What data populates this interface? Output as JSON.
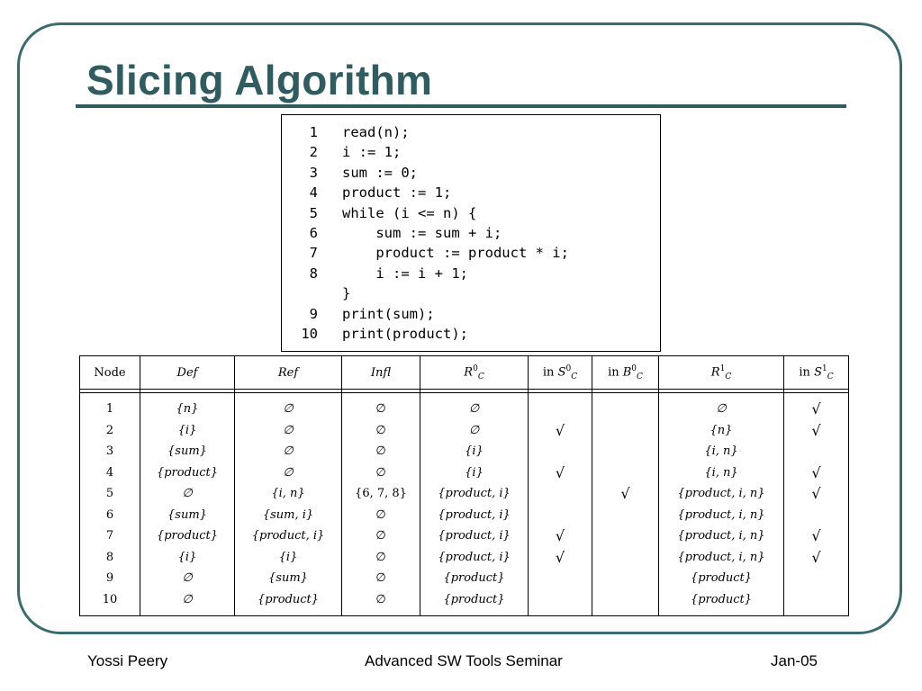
{
  "title": "Slicing Algorithm",
  "code": [
    {
      "num": "1",
      "text": "read(n);"
    },
    {
      "num": "2",
      "text": "i := 1;"
    },
    {
      "num": "3",
      "text": "sum := 0;"
    },
    {
      "num": "4",
      "text": "product := 1;"
    },
    {
      "num": "5",
      "text": "while (i <= n) {"
    },
    {
      "num": "6",
      "text": "    sum := sum + i;"
    },
    {
      "num": "7",
      "text": "    product := product * i;"
    },
    {
      "num": "8",
      "text": "    i := i + 1;"
    },
    {
      "num": "",
      "text": "}"
    },
    {
      "num": "9",
      "text": "print(sum);"
    },
    {
      "num": "10",
      "text": "print(product);"
    }
  ],
  "table": {
    "headers": {
      "node": "Node",
      "def": "Def",
      "ref": "Ref",
      "infl": "Infl",
      "r0_base": "R",
      "r0_sup": "0",
      "r0_sub": "C",
      "s0_prefix": "in",
      "s0_base": "S",
      "s0_sup": "0",
      "s0_sub": "C",
      "b0_prefix": "in",
      "b0_base": "B",
      "b0_sup": "0",
      "b0_sub": "C",
      "r1_base": "R",
      "r1_sup": "1",
      "r1_sub": "C",
      "s1_prefix": "in",
      "s1_base": "S",
      "s1_sup": "1",
      "s1_sub": "C"
    },
    "rows": [
      {
        "node": "1",
        "def": "{n}",
        "ref": "∅",
        "infl": "∅",
        "r0": "∅",
        "s0": "",
        "b0": "",
        "r1": "∅",
        "s1": "√"
      },
      {
        "node": "2",
        "def": "{i}",
        "ref": "∅",
        "infl": "∅",
        "r0": "∅",
        "s0": "√",
        "b0": "",
        "r1": "{n}",
        "s1": "√"
      },
      {
        "node": "3",
        "def": "{sum}",
        "ref": "∅",
        "infl": "∅",
        "r0": "{i}",
        "s0": "",
        "b0": "",
        "r1": "{i, n}",
        "s1": ""
      },
      {
        "node": "4",
        "def": "{product}",
        "ref": "∅",
        "infl": "∅",
        "r0": "{i}",
        "s0": "√",
        "b0": "",
        "r1": "{i, n}",
        "s1": "√"
      },
      {
        "node": "5",
        "def": "∅",
        "ref": "{i, n}",
        "infl": "{6, 7, 8}",
        "r0": "{product, i}",
        "s0": "",
        "b0": "√",
        "r1": "{product, i, n}",
        "s1": "√"
      },
      {
        "node": "6",
        "def": "{sum}",
        "ref": "{sum, i}",
        "infl": "∅",
        "r0": "{product, i}",
        "s0": "",
        "b0": "",
        "r1": "{product, i, n}",
        "s1": ""
      },
      {
        "node": "7",
        "def": "{product}",
        "ref": "{product, i}",
        "infl": "∅",
        "r0": "{product, i}",
        "s0": "√",
        "b0": "",
        "r1": "{product, i, n}",
        "s1": "√"
      },
      {
        "node": "8",
        "def": "{i}",
        "ref": "{i}",
        "infl": "∅",
        "r0": "{product, i}",
        "s0": "√",
        "b0": "",
        "r1": "{product, i, n}",
        "s1": "√"
      },
      {
        "node": "9",
        "def": "∅",
        "ref": "{sum}",
        "infl": "∅",
        "r0": "{product}",
        "s0": "",
        "b0": "",
        "r1": "{product}",
        "s1": ""
      },
      {
        "node": "10",
        "def": "∅",
        "ref": "{product}",
        "infl": "∅",
        "r0": "{product}",
        "s0": "",
        "b0": "",
        "r1": "{product}",
        "s1": ""
      }
    ]
  },
  "footer": {
    "left": "Yossi Peery",
    "center": "Advanced SW Tools Seminar",
    "right": "Jan-05"
  }
}
